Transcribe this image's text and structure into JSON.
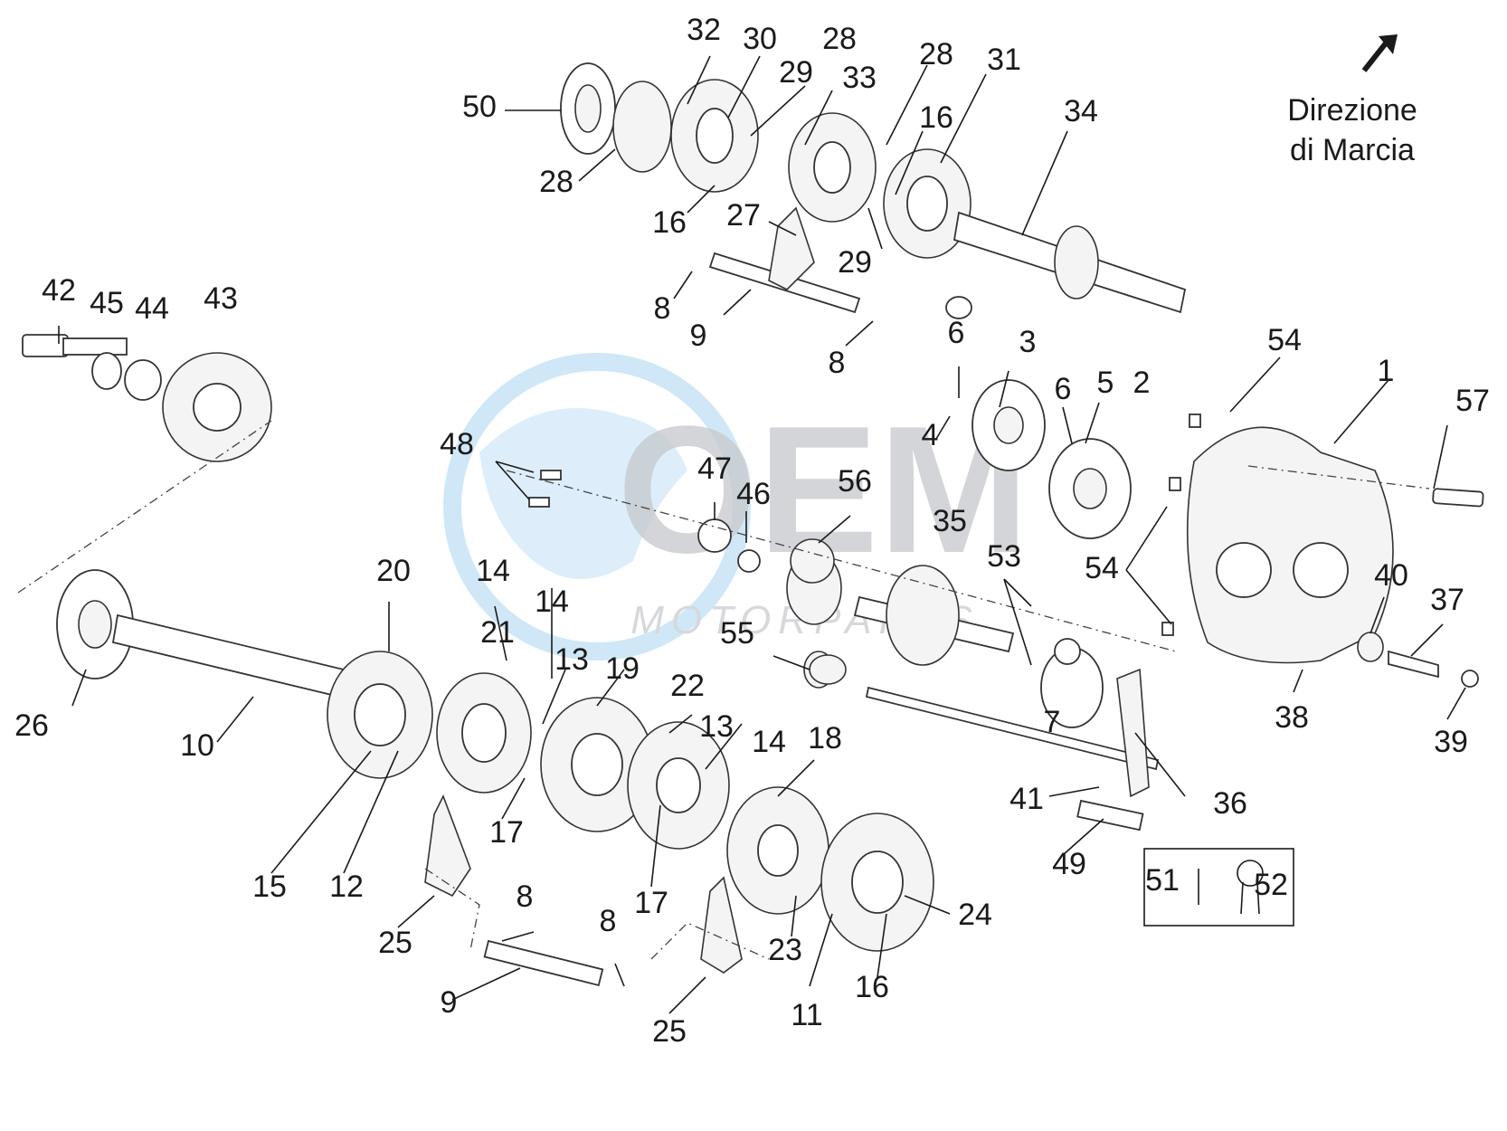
{
  "direction": {
    "line1": "Direzione",
    "line2": "di Marcia",
    "icon": "arrow-up-right-icon"
  },
  "watermark": {
    "brand": "OEM",
    "tagline": "MOTORPARTS",
    "icon": "globe-icon",
    "brand_color": "#9aa0a6",
    "globe_color": "#4aa8e0"
  },
  "labels": [
    "32",
    "30",
    "28",
    "29",
    "33",
    "28",
    "31",
    "50",
    "28",
    "16",
    "16",
    "34",
    "27",
    "29",
    "8",
    "9",
    "8",
    "42",
    "45",
    "44",
    "43",
    "6",
    "3",
    "54",
    "1",
    "57",
    "6",
    "5",
    "2",
    "4",
    "48",
    "47",
    "46",
    "56",
    "35",
    "53",
    "54",
    "40",
    "37",
    "20",
    "14",
    "14",
    "21",
    "13",
    "19",
    "55",
    "22",
    "13",
    "14",
    "18",
    "26",
    "10",
    "7",
    "41",
    "36",
    "38",
    "39",
    "15",
    "12",
    "17",
    "17",
    "49",
    "51",
    "52",
    "25",
    "8",
    "8",
    "24",
    "23",
    "16",
    "11",
    "9",
    "25"
  ]
}
